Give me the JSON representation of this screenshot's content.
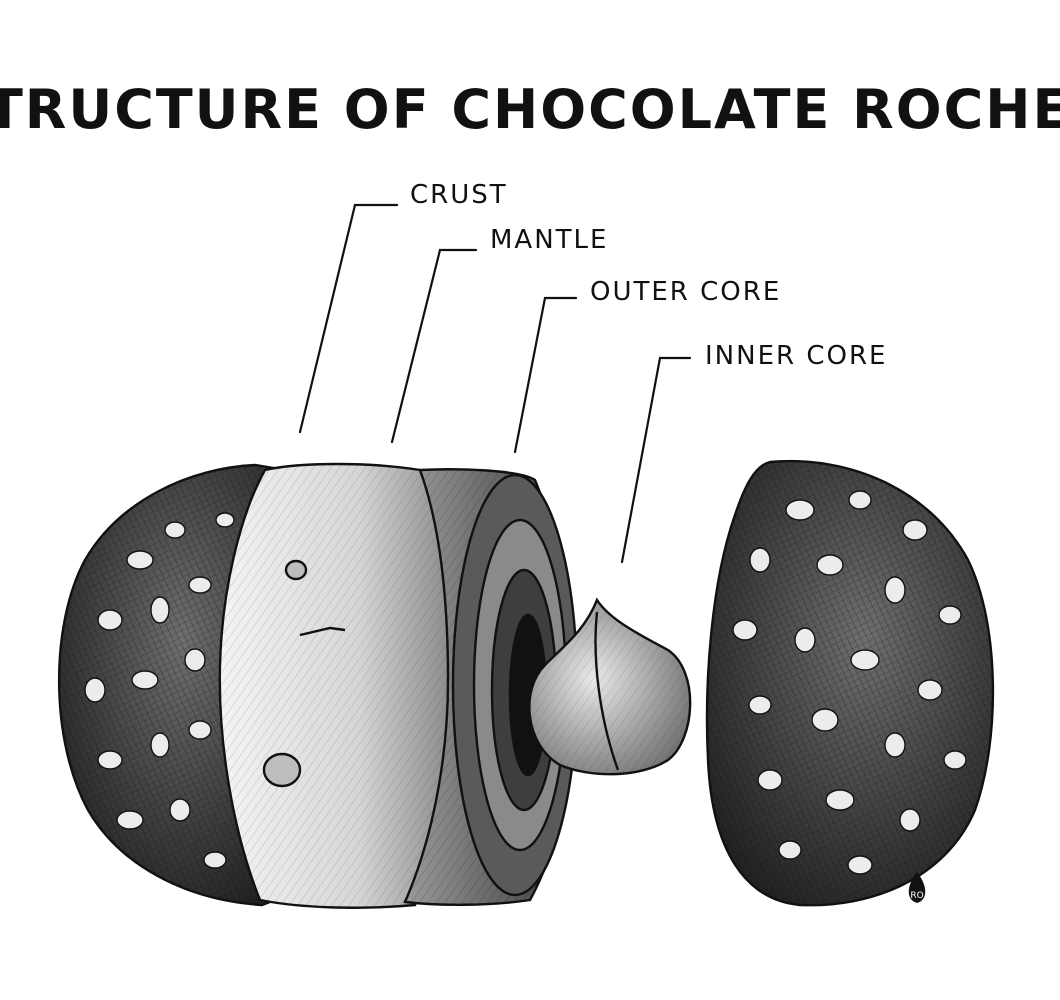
{
  "title": "STRUCTURE OF CHOCOLATE ROCHER",
  "layers": [
    {
      "label": "CRUST"
    },
    {
      "label": "MANTLE"
    },
    {
      "label": "OUTER CORE"
    },
    {
      "label": "INNER CORE"
    }
  ],
  "signature": "RO"
}
